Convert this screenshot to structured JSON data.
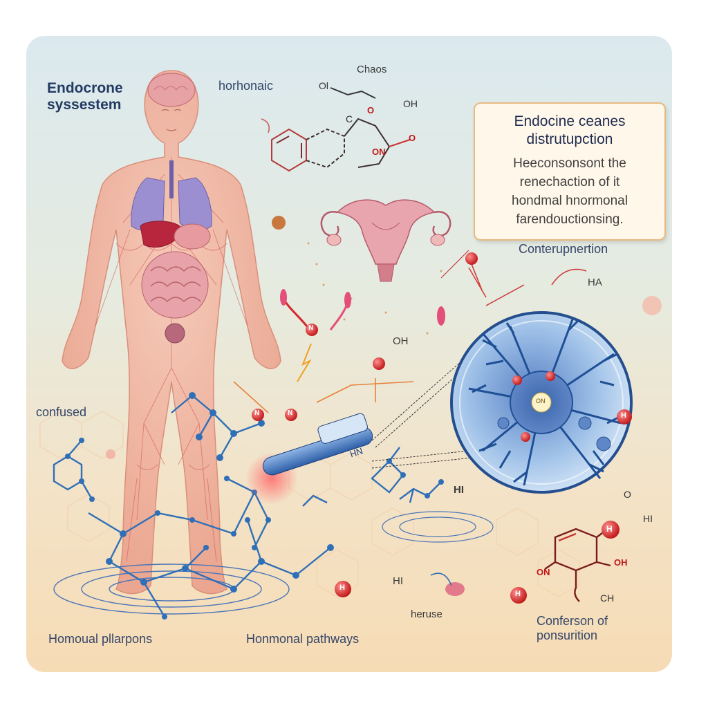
{
  "labels": {
    "endocrine_system": [
      "Endocrone",
      "syssestem"
    ],
    "hormonaic": "horhonaic",
    "chaos": "Chaos",
    "chem_o": "O",
    "chem_oh_top": "OH",
    "chem_c": "C",
    "chem_o2": "O",
    "chem_ol": "Ol",
    "chem_on": "ON",
    "conterupnertion": "Conterupnertion",
    "ha": "HA",
    "oh_mid": "OH",
    "confused": "confused",
    "hn_probe": "HN",
    "hi_mid": "HI",
    "o_right": "O",
    "hi_right": "HI",
    "ch_right": "CH",
    "on_right": "ON",
    "oh_right": "OH",
    "hi_bottom": "HI",
    "heruse": "heruse",
    "conferson": [
      "Conferson of",
      "ponsurition"
    ],
    "homoual": "Homoual  pllarpons",
    "hormonal_pathways": "Honmonal pathways",
    "atom_labels": {
      "n": "N",
      "h": "H",
      "on": "ON"
    }
  },
  "callout": {
    "title": [
      "Endocine ceanes",
      "distrutupction"
    ],
    "body": [
      "Heeconsonsont the",
      "renechaction of it",
      "hondmal hnormonal",
      "farendouctionsing."
    ]
  },
  "colors": {
    "title_text": "#233a63",
    "callout_border": "#e9b980",
    "molecule_blue": "#2f6fb7",
    "atom_red": "#d6262d",
    "vessel_red": "#d65a5a"
  }
}
